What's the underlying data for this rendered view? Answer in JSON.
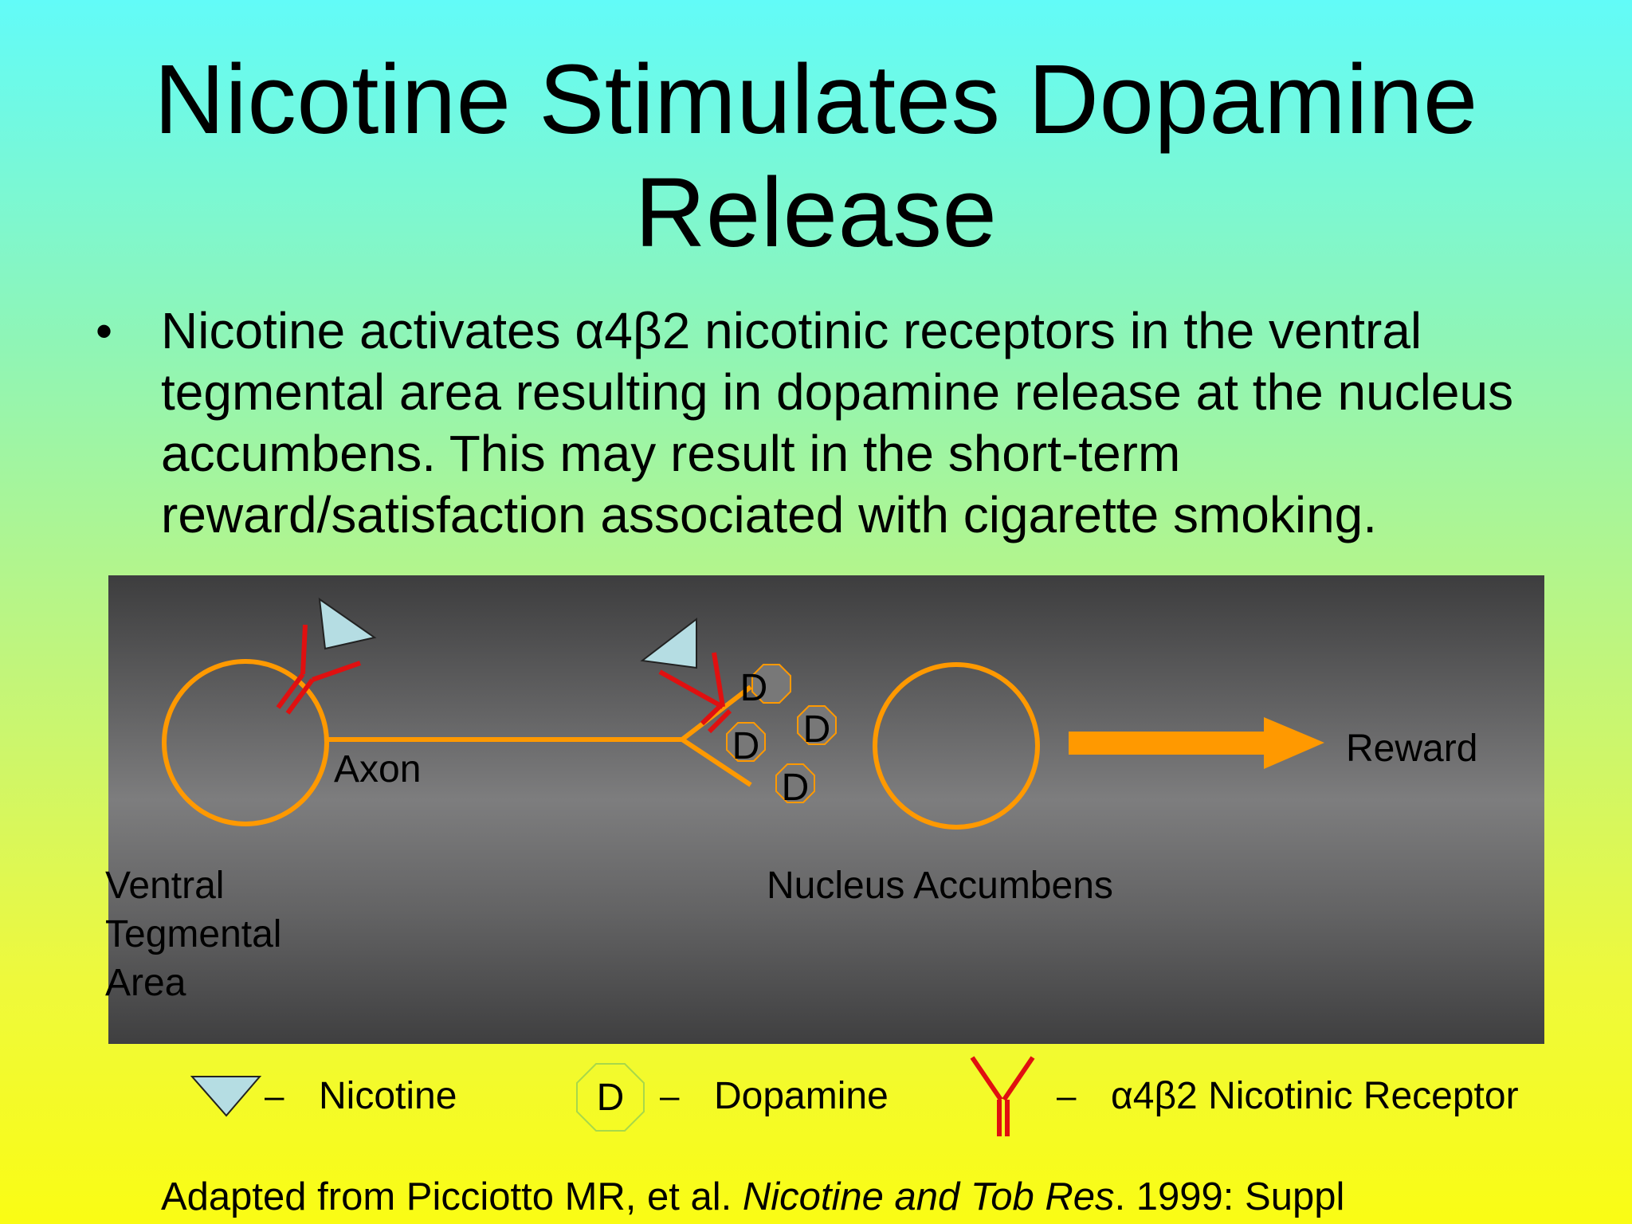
{
  "slide": {
    "title": "Nicotine Stimulates Dopamine Release",
    "bullet_symbol": "•",
    "bullet_text": "Nicotine activates α4β2 nicotinic receptors in the ventral tegmental area resulting in dopamine release at the nucleus accumbens. This may result in the short-term reward/satisfaction associated with cigarette smoking."
  },
  "diagram": {
    "axon_label": "Axon",
    "vta_label": "Ventral\nTegmental\nArea",
    "nucleus_accumbens_label": "Nucleus Accumbens",
    "reward_label": "Reward",
    "dopamine_symbol": "D",
    "colors": {
      "neuron": "#ff9900",
      "receptor": "#e01010",
      "nicotine": "#b5dde3",
      "dopamine_fill": "#777777",
      "background": "#6a6a6b"
    }
  },
  "legend": {
    "dash": "–",
    "nicotine": "Nicotine",
    "dopamine_symbol": "D",
    "dopamine": "Dopamine",
    "receptor": "α4β2 Nicotinic Receptor",
    "colors": {
      "dopamine_outline": "#a8d84a",
      "receptor": "#e01010",
      "nicotine": "#b5dde3"
    }
  },
  "citation": {
    "prefix": "Adapted from Picciotto MR, et al. ",
    "journal": "Nicotine and Tob Res",
    "suffix": ". 1999: Suppl"
  }
}
